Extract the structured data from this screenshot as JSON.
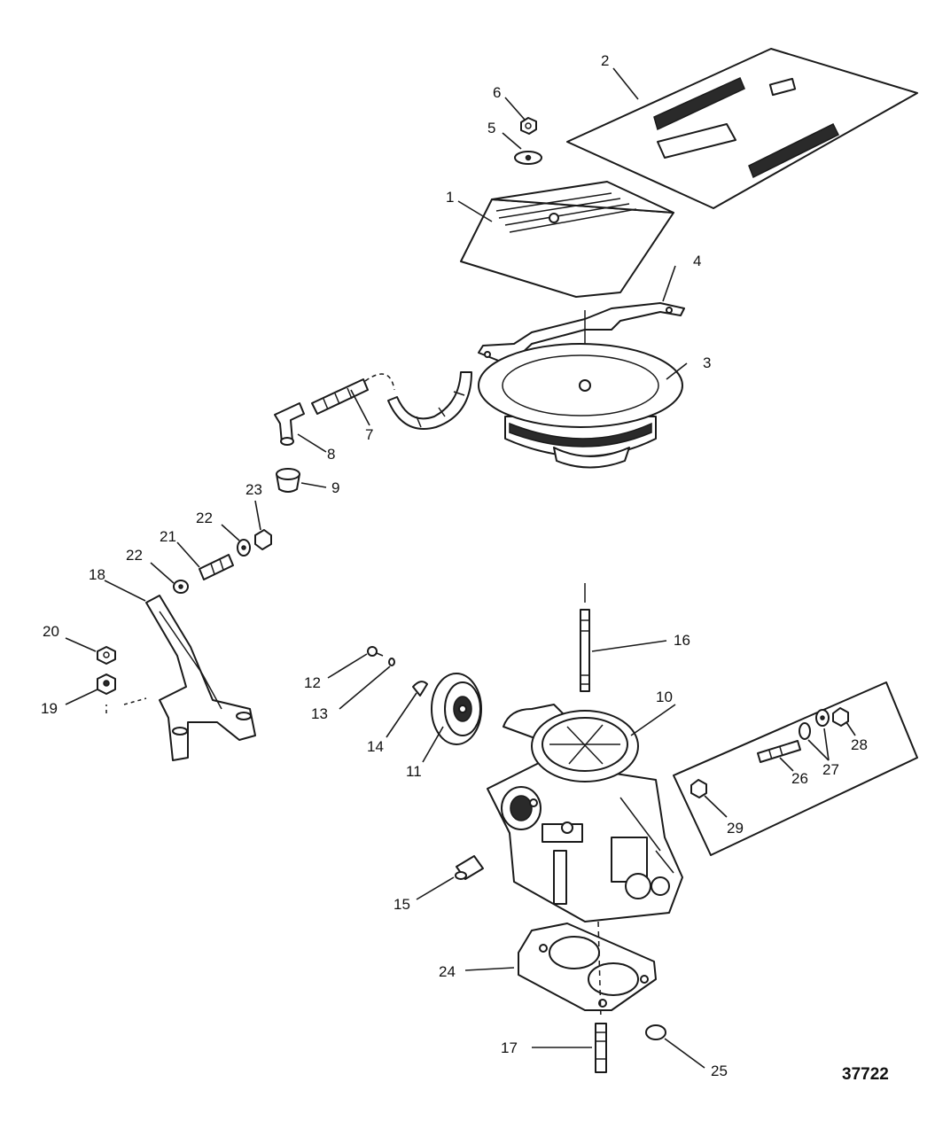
{
  "diagram": {
    "figure_number": "37722",
    "callouts": [
      {
        "id": "c1",
        "text": "1"
      },
      {
        "id": "c2",
        "text": "2"
      },
      {
        "id": "c3",
        "text": "3"
      },
      {
        "id": "c4",
        "text": "4"
      },
      {
        "id": "c5",
        "text": "5"
      },
      {
        "id": "c6",
        "text": "6"
      },
      {
        "id": "c7",
        "text": "7"
      },
      {
        "id": "c8",
        "text": "8"
      },
      {
        "id": "c9",
        "text": "9"
      },
      {
        "id": "c10",
        "text": "10"
      },
      {
        "id": "c11",
        "text": "11"
      },
      {
        "id": "c12",
        "text": "12"
      },
      {
        "id": "c13",
        "text": "13"
      },
      {
        "id": "c14",
        "text": "14"
      },
      {
        "id": "c15",
        "text": "15"
      },
      {
        "id": "c16",
        "text": "16"
      },
      {
        "id": "c17",
        "text": "17"
      },
      {
        "id": "c18",
        "text": "18"
      },
      {
        "id": "c19",
        "text": "19"
      },
      {
        "id": "c20",
        "text": "20"
      },
      {
        "id": "c21",
        "text": "21"
      },
      {
        "id": "c22a",
        "text": "22"
      },
      {
        "id": "c22b",
        "text": "22"
      },
      {
        "id": "c23",
        "text": "23"
      },
      {
        "id": "c24",
        "text": "24"
      },
      {
        "id": "c25",
        "text": "25"
      },
      {
        "id": "c26",
        "text": "26"
      },
      {
        "id": "c27",
        "text": "27"
      },
      {
        "id": "c28",
        "text": "28"
      },
      {
        "id": "c29",
        "text": "29"
      }
    ]
  }
}
